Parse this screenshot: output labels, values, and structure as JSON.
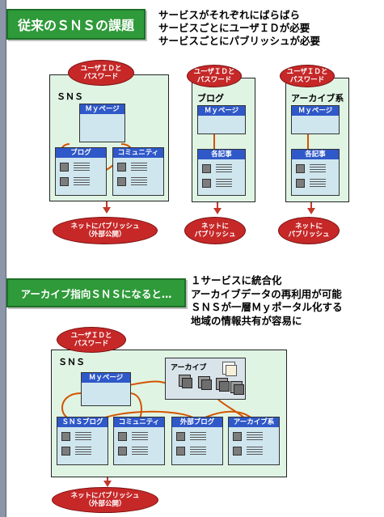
{
  "section1": {
    "heading": "従来のＳＮＳの課題",
    "bullets": [
      "サービスがそれぞれにばらばら",
      "サービスごとにユーザＩＤが必要",
      "サービスごとにパブリッシュが必要"
    ],
    "id_label": [
      "ユーザＩＤと",
      "パスワード"
    ],
    "panels": [
      {
        "title": "ＳＮＳ",
        "mypage": "Ｍｙページ",
        "boxes": [
          "ブログ",
          "コミュニティ"
        ],
        "publish": [
          "ネットにパブリッシュ",
          "（外部公開）"
        ]
      },
      {
        "title": "ブログ",
        "mypage": "Ｍｙページ",
        "boxes": [
          "各記事"
        ],
        "publish": [
          "ネットに",
          "パブリッシュ"
        ]
      },
      {
        "title": "アーカイブ系",
        "mypage": "Ｍｙページ",
        "boxes": [
          "各記事"
        ],
        "publish": [
          "ネットに",
          "パブリッシュ"
        ]
      }
    ]
  },
  "section2": {
    "heading": "アーカイブ指向ＳＮＳになると…",
    "bullets": [
      "１サービスに統合化",
      "アーカイブデータの再利用が可能",
      "ＳＮＳが一層Ｍｙポータル化する",
      "地域の情報共有が容易に"
    ],
    "id_label": [
      "ユーザＩＤと",
      "パスワード"
    ],
    "panel_title": "ＳＮＳ",
    "mypage": "Ｍｙページ",
    "archive": "アーカイブ",
    "boxes": [
      "ＳＮＳブログ",
      "コミュニティ",
      "外部ブログ",
      "アーカイブ系"
    ],
    "publish": [
      "ネットにパブリッシュ",
      "（外部公開）"
    ]
  }
}
